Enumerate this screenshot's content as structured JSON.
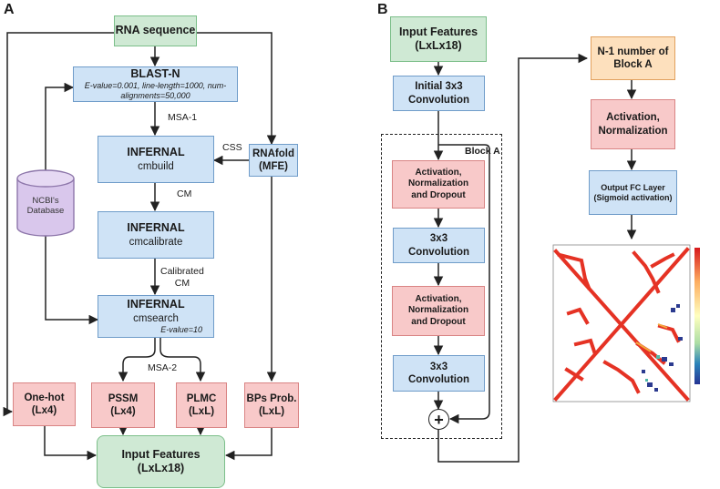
{
  "panels": {
    "a": "A",
    "b": "B"
  },
  "panel_a": {
    "rna_sequence": "RNA sequence",
    "blastn_title": "BLAST-N",
    "blastn_params": "E-value=0.001, line-length=1000, num-alignments=50,000",
    "msa1": "MSA-1",
    "cmbuild_title": "INFERNAL",
    "cmbuild_sub": "cmbuild",
    "css": "CSS",
    "rnafold_line1": "RNAfold",
    "rnafold_line2": "(MFE)",
    "cm": "CM",
    "ncbi_line1": "NCBI's",
    "ncbi_line2": "Database",
    "cmcalibrate_title": "INFERNAL",
    "cmcalibrate_sub": "cmcalibrate",
    "calibrated_line1": "Calibrated",
    "calibrated_line2": "CM",
    "cmsearch_title": "INFERNAL",
    "cmsearch_sub": "cmsearch",
    "cmsearch_evalue": "E-value=10",
    "msa2": "MSA-2",
    "onehot_line1": "One-hot",
    "onehot_line2": "(Lx4)",
    "pssm_line1": "PSSM",
    "pssm_line2": "(Lx4)",
    "plmc_line1": "PLMC",
    "plmc_line2": "(LxL)",
    "bps_line1": "BPs Prob.",
    "bps_line2": "(LxL)",
    "input_line1": "Input Features",
    "input_line2": "(LxLx18)"
  },
  "panel_b": {
    "input_line1": "Input Features",
    "input_line2": "(LxLx18)",
    "initconv_line1": "Initial 3x3",
    "initconv_line2": "Convolution",
    "block_a": "Block A",
    "act1_line1": "Activation,",
    "act1_line2": "Normalization",
    "act1_line3": "and Dropout",
    "conv1_line1": "3x3",
    "conv1_line2": "Convolution",
    "act2_line1": "Activation,",
    "act2_line2": "Normalization",
    "act2_line3": "and Dropout",
    "conv2_line1": "3x3",
    "conv2_line2": "Convolution",
    "sum_symbol": "+",
    "nblock_line1": "N-1 number of",
    "nblock_line2": "Block A",
    "act3_line1": "Activation,",
    "act3_line2": "Normalization",
    "output_line1": "Output FC Layer",
    "output_line2": "(Sigmoid activation)"
  },
  "colors": {
    "green": "#cfe9d4",
    "blue": "#cfe3f6",
    "red": "#f8c9c9",
    "orange": "#fde0bd",
    "database": "#d9c7ec"
  }
}
